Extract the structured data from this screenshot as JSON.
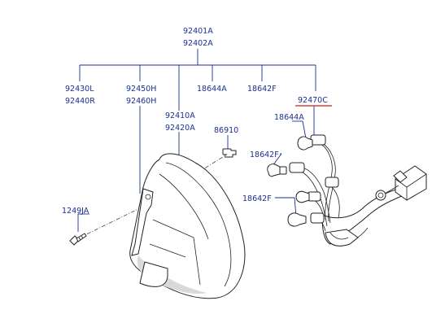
{
  "callouts": {
    "top_a": "92401A",
    "top_b": "92402A",
    "left_a": "92430L",
    "left_b": "92440R",
    "mid_a": "92450H",
    "mid_b": "92460H",
    "lamp_a": "92410A",
    "lamp_b": "92420A",
    "bulb_top": "18644A",
    "bulb_small_top": "18642F",
    "socket": "92470C",
    "bulb_right": "18644A",
    "bulb_mid": "18642F",
    "bulb_low": "18642F",
    "screw_top": "86910",
    "screw_left": "1249JA"
  },
  "colors": {
    "callout": "#1a2f8f",
    "highlight": "#d11a1a"
  }
}
